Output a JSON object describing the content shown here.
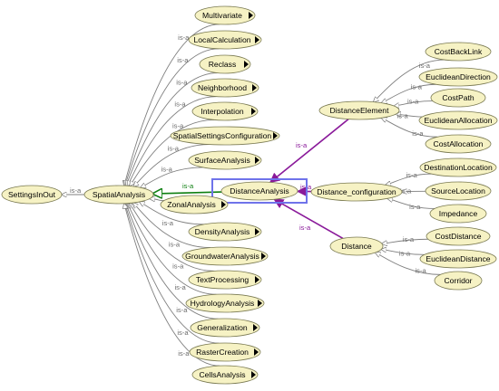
{
  "colors": {
    "node_fill": "#f6f2c4",
    "node_stroke": "#7a7a52",
    "edge_gray": "#7f7f7f",
    "edge_purple": "#8a1a9a",
    "edge_green": "#0d7f10",
    "selection_box": "#6f73ea"
  },
  "relation_label": "is-a",
  "nodes": {
    "settings_in_out": "SettingsInOut",
    "spatial_analysis": "SpatialAnalysis",
    "multivariate": "Multivariate",
    "local_calculation": "LocalCalculation",
    "reclass": "Reclass",
    "neighborhood": "Neighborhood",
    "interpolation": "Interpolation",
    "spatial_settings_configuration": "SpatialSettingsConfiguration",
    "surface_analysis": "SurfaceAnalysis",
    "zonal_analysis": "ZonalAnalysis",
    "density_analysis": "DensityAnalysis",
    "groundwater_analysis": "GroundwaterAnalysis",
    "text_processing": "TextProcessing",
    "hydrology_analysis": "HydrologyAnalysis",
    "generalization": "Generalization",
    "raster_creation": "RasterCreation",
    "cells_analysis": "CellsAnalysis",
    "distance_analysis": "DistanceAnalysis",
    "distance_element": "DistanceElement",
    "distance_configuration": "Distance_configuration",
    "distance": "Distance",
    "cost_back_link": "CostBackLink",
    "euclidean_direction": "EuclideanDirection",
    "cost_path": "CostPath",
    "euclidean_allocation": "EuclideanAllocation",
    "cost_allocation": "CostAllocation",
    "destination_location": "DestinationLocation",
    "source_location": "SourceLocation",
    "impedance": "Impedance",
    "cost_distance": "CostDistance",
    "euclidean_distance": "EuclideanDistance",
    "corridor": "Corridor"
  }
}
